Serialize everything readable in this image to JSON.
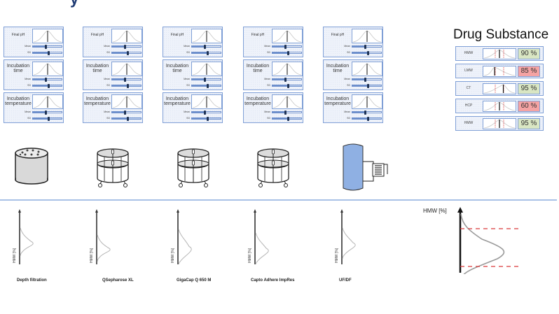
{
  "title_fragment": "y",
  "parameter_columns": [
    {
      "panels": [
        {
          "label": "Final pH",
          "mean_label": "Mean",
          "sd_label": "SD",
          "mean": 0.45,
          "sd": 0.55
        },
        {
          "label": "Incubation time",
          "mean_label": "Mean",
          "sd_label": "SD",
          "mean": 0.45,
          "sd": 0.55
        },
        {
          "label": "Incubation temperature",
          "mean_label": "Mean",
          "sd_label": "SD",
          "mean": 0.45,
          "sd": 0.55
        }
      ]
    },
    {
      "panels": [
        {
          "label": "Final pH",
          "mean_label": "Mean",
          "sd_label": "SD",
          "mean": 0.45,
          "sd": 0.55
        },
        {
          "label": "Incubation time",
          "mean_label": "Mean",
          "sd_label": "SD",
          "mean": 0.45,
          "sd": 0.55
        },
        {
          "label": "Incubation temperature",
          "mean_label": "Mean",
          "sd_label": "SD",
          "mean": 0.45,
          "sd": 0.55
        }
      ]
    },
    {
      "panels": [
        {
          "label": "Final pH",
          "mean_label": "Mean",
          "sd_label": "SD",
          "mean": 0.45,
          "sd": 0.55
        },
        {
          "label": "Incubation time",
          "mean_label": "Mean",
          "sd_label": "SD",
          "mean": 0.45,
          "sd": 0.55
        },
        {
          "label": "Incubation temperature",
          "mean_label": "Mean",
          "sd_label": "SD",
          "mean": 0.45,
          "sd": 0.55
        }
      ]
    },
    {
      "panels": [
        {
          "label": "Final pH",
          "mean_label": "Mean",
          "sd_label": "SD",
          "mean": 0.45,
          "sd": 0.55
        },
        {
          "label": "Incubation time",
          "mean_label": "Mean",
          "sd_label": "SD",
          "mean": 0.45,
          "sd": 0.55
        },
        {
          "label": "Incubation temperature",
          "mean_label": "Mean",
          "sd_label": "SD",
          "mean": 0.45,
          "sd": 0.55
        }
      ]
    },
    {
      "panels": [
        {
          "label": "Final pH",
          "mean_label": "Mean",
          "sd_label": "SD",
          "mean": 0.45,
          "sd": 0.55
        },
        {
          "label": "Incubation time",
          "mean_label": "Mean",
          "sd_label": "SD",
          "mean": 0.45,
          "sd": 0.55
        },
        {
          "label": "Incubation temperature",
          "mean_label": "Mean",
          "sd_label": "SD",
          "mean": 0.45,
          "sd": 0.55
        }
      ]
    }
  ],
  "drug_substance": {
    "title": "Drug Substance",
    "rows": [
      {
        "label": "HMW",
        "value": "90 %",
        "status": "pass",
        "color": "#d9e6c3",
        "mean_pos": 0.5
      },
      {
        "label": "LMW",
        "value": "85 %",
        "status": "fail",
        "color": "#f4a3a3",
        "mean_pos": 0.35
      },
      {
        "label": "CT",
        "value": "95 %",
        "status": "pass",
        "color": "#d9e6c3",
        "mean_pos": 0.62
      },
      {
        "label": "HCP",
        "value": "60 %",
        "status": "fail",
        "color": "#f4a3a3",
        "mean_pos": 0.5
      },
      {
        "label": "HMW",
        "value": "95 %",
        "status": "pass",
        "color": "#d9e6c3",
        "mean_pos": 0.5
      }
    ]
  },
  "equipment": [
    {
      "name": "depth-filter"
    },
    {
      "name": "chromatography-column"
    },
    {
      "name": "chromatography-column"
    },
    {
      "name": "chromatography-column"
    },
    {
      "name": "ufdf-tank"
    }
  ],
  "unit_operations": [
    {
      "name": "Depth filtration",
      "axis_label": "HMW [%]"
    },
    {
      "name": "QSepharose XL",
      "axis_label": "HMW [%]"
    },
    {
      "name": "GigaCap Q 650 M",
      "axis_label": "HMW [%]"
    },
    {
      "name": "Capto Adhere ImpRes",
      "axis_label": "HMW [%]"
    },
    {
      "name": "UF/DF",
      "axis_label": "HMW [%]"
    }
  ],
  "final_distribution": {
    "axis_label": "HMW [%]",
    "limit_color": "#d9393b"
  },
  "colors": {
    "panel_border": "#7f9fd6",
    "slider": "#6d8fcc",
    "divider": "#a9c1e6",
    "tank": "#8fb0e3"
  }
}
